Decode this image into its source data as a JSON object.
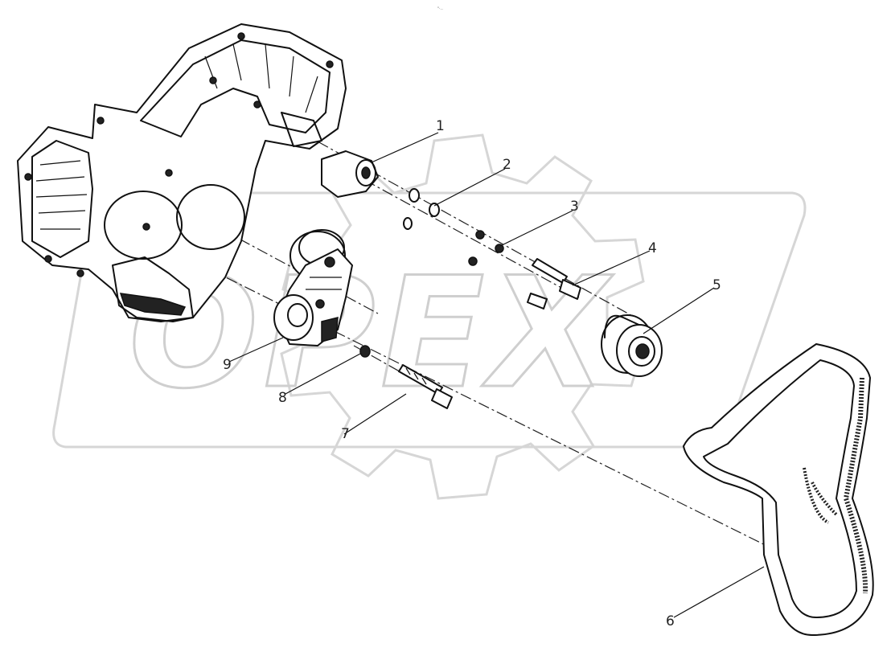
{
  "header_mark": "ⁿ·‥",
  "watermark": {
    "text": "OPEX"
  },
  "callouts": [
    {
      "id": 1,
      "label": "1"
    },
    {
      "id": 2,
      "label": "2"
    },
    {
      "id": 3,
      "label": "3"
    },
    {
      "id": 4,
      "label": "4"
    },
    {
      "id": 5,
      "label": "5"
    },
    {
      "id": 6,
      "label": "6"
    },
    {
      "id": 7,
      "label": "7"
    },
    {
      "id": 8,
      "label": "8"
    },
    {
      "id": 9,
      "label": "9"
    }
  ]
}
